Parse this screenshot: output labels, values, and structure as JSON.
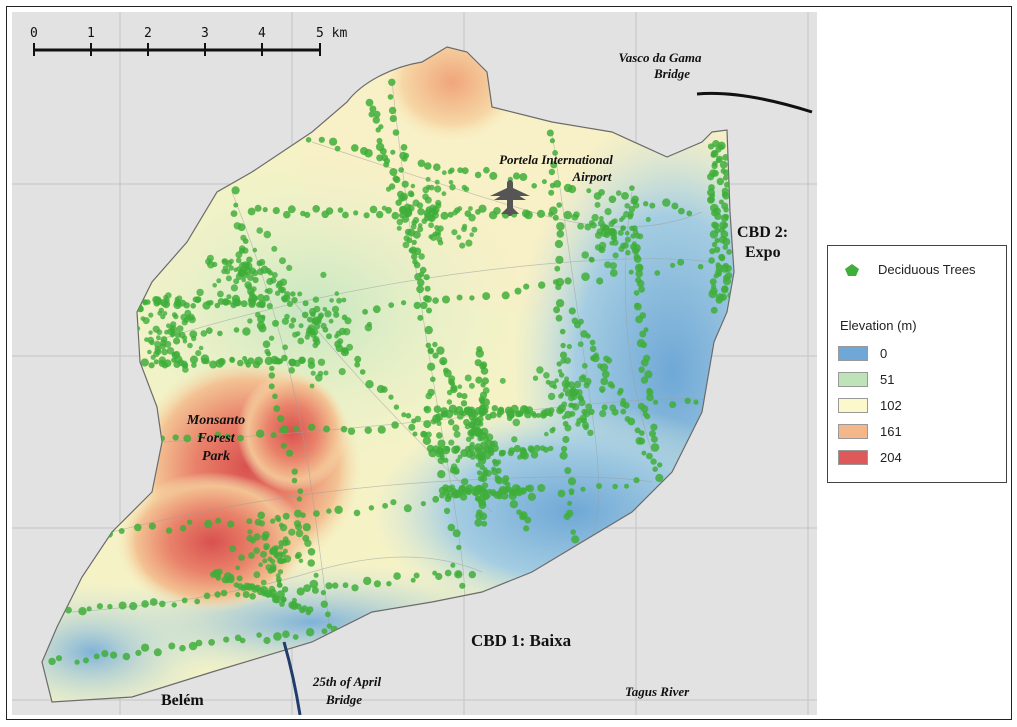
{
  "scale_bar": {
    "ticks": [
      "0",
      "1",
      "2",
      "3",
      "4",
      "5 km"
    ]
  },
  "map_labels": {
    "vasco_bridge": [
      "Vasco da Gama",
      "Bridge"
    ],
    "airport": [
      "Portela International",
      "Airport"
    ],
    "cbd2": [
      "CBD 2:",
      "Expo"
    ],
    "monsanto": [
      "Monsanto",
      "Forest",
      "Park"
    ],
    "cbd1": "CBD 1: Baixa",
    "belem": "Belém",
    "april_bridge": [
      "25th of April",
      "Bridge"
    ],
    "tagus": "Tagus River"
  },
  "legend": {
    "trees_label": "Deciduous Trees",
    "tree_color": "#3fae3a",
    "elevation_title": "Elevation (m)",
    "elevation_classes": [
      {
        "value": "0",
        "color": "#6fa8d6"
      },
      {
        "value": "51",
        "color": "#bfe3b8"
      },
      {
        "value": "102",
        "color": "#fbf9cc"
      },
      {
        "value": "161",
        "color": "#f4b78a"
      },
      {
        "value": "204",
        "color": "#de5a5a"
      }
    ]
  }
}
